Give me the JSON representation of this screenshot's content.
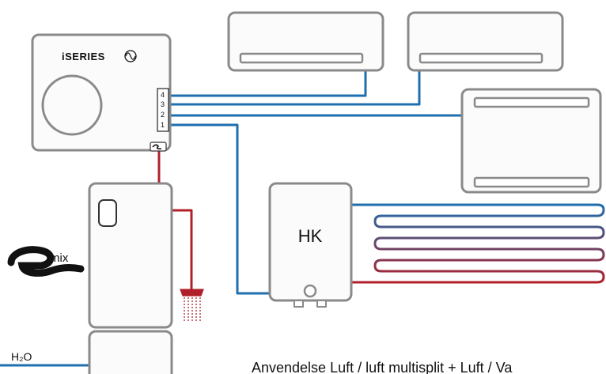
{
  "outdoor_unit": {
    "brand": "iSERIES",
    "ports": [
      "4",
      "3",
      "2",
      "1"
    ]
  },
  "heat_exchanger": {
    "label": "HK"
  },
  "emix_logo": {
    "suffix": "mix"
  },
  "water": {
    "label": "H₂O"
  },
  "caption": {
    "text": "Anvendelse Luft / luft multisplit + Luft / Va"
  },
  "colors": {
    "unit_stroke": "#8a8a8a",
    "unit_fill": "#fbfbfb",
    "pipe_blue": "#1f6fae",
    "pipe_red": "#b0202b",
    "text": "#111111"
  },
  "icons": {
    "fan": "fan-icon",
    "sine_wave": "sine-wave-icon",
    "shower": "shower-icon"
  }
}
